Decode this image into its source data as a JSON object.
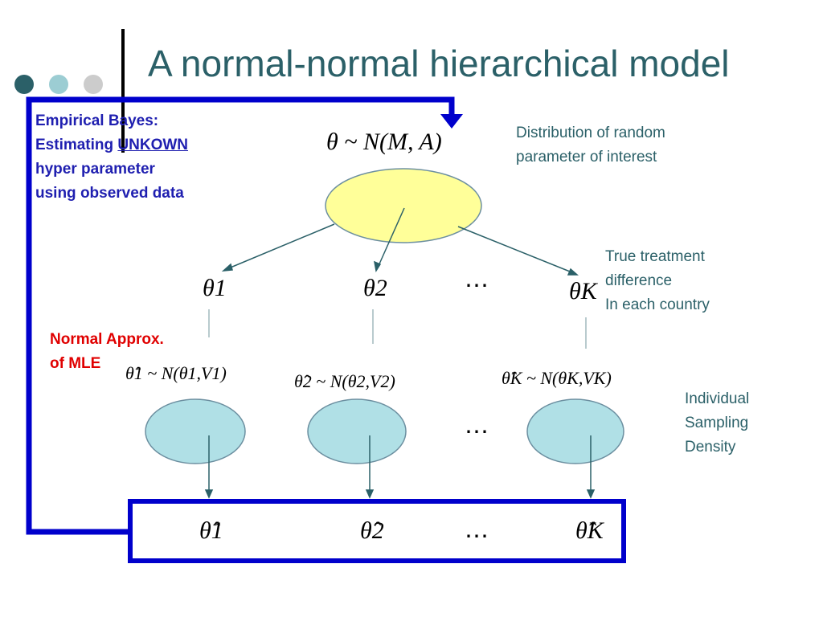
{
  "title": "A normal-normal hierarchical model",
  "left_notes": {
    "empirical_bayes_line1": "Empirical Bayes:",
    "empirical_bayes_line2": "Estimating ",
    "empirical_bayes_unknown": "UNKOWN",
    "empirical_bayes_line3": "hyper parameter",
    "empirical_bayes_line4": "using observed data",
    "normal_approx_line1": "Normal Approx.",
    "normal_approx_line2": "of MLE"
  },
  "right_notes": {
    "distribution_line1": "Distribution of random",
    "distribution_line2": "parameter of interest",
    "treatment_line1": "True treatment",
    "treatment_line2": "difference",
    "treatment_line3": "In each country",
    "sampling_line1": "Individual",
    "sampling_line2": "Sampling",
    "sampling_line3": "Density"
  },
  "formulas": {
    "prior": "θ ~ N(M, A)",
    "theta_1": "θ1",
    "theta_2": "θ2",
    "theta_K": "θK",
    "sampling_1": "θ̂1 ~ N(θ1,V1)",
    "sampling_2": "θ̂2 ~ N(θ2,V2)",
    "sampling_K": "θ̂K ~ N(θK,VK)",
    "estimate_1": "θ̂1",
    "estimate_2": "θ̂2",
    "estimate_K": "θ̂K",
    "ellipsis": "⋯"
  },
  "colors": {
    "title": "#2b6068",
    "accent_blue": "#1f1fb0",
    "frame_blue": "#0000cc",
    "red": "#e00000",
    "prior_fill": "#ffff99",
    "sampling_fill": "#b0e0e6",
    "dot_dark": "#2b6068",
    "dot_mid": "#9ccdd3",
    "dot_light": "#cccccc"
  }
}
